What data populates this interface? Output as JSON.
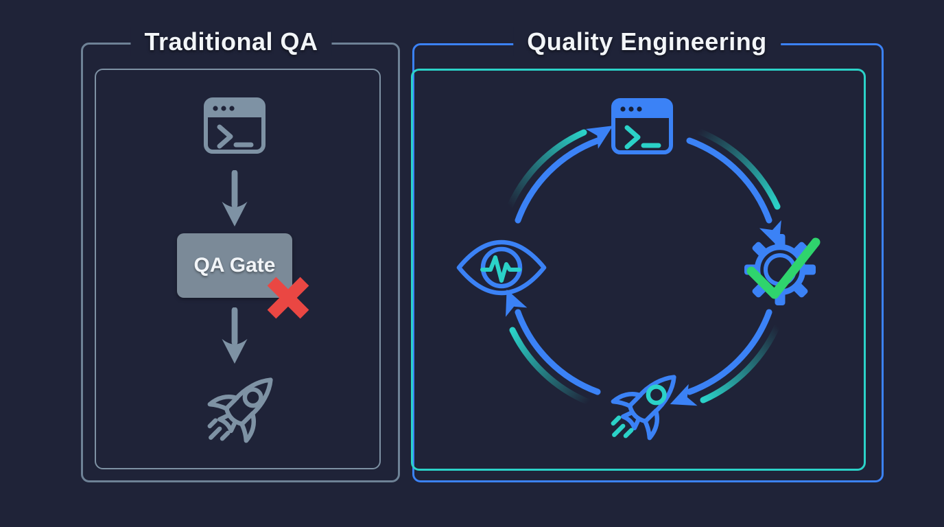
{
  "colors": {
    "bg": "#1f2338",
    "text": "#f2f5f8",
    "slate": "#7e92a4",
    "slate-frame": "#6e8296",
    "slate-frame2": "#7e92a4",
    "slate-box": "#7b8a98",
    "red": "#ea4743",
    "blue": "#3b82f6",
    "teal": "#2bd2c8",
    "green": "#2fd46d",
    "dark": "#16203a"
  },
  "left_panel": {
    "title": "Traditional QA",
    "flow": [
      {
        "icon": "terminal-window-icon"
      },
      {
        "icon": "flow-arrow-down-icon"
      },
      {
        "label": "QA Gate",
        "status_icon": "x-mark-icon",
        "status": "blocked"
      },
      {
        "icon": "flow-arrow-down-icon"
      },
      {
        "icon": "rocket-icon"
      }
    ]
  },
  "right_panel": {
    "title": "Quality Engineering",
    "cycle": [
      {
        "icon": "terminal-window-icon",
        "position": "top"
      },
      {
        "icon": "cycle-arrow-icon",
        "position": "top-right"
      },
      {
        "icon": "gear-check-icon",
        "position": "right"
      },
      {
        "icon": "cycle-arrow-icon",
        "position": "bottom-right"
      },
      {
        "icon": "rocket-icon",
        "position": "bottom"
      },
      {
        "icon": "cycle-arrow-icon",
        "position": "bottom-left"
      },
      {
        "icon": "eye-monitoring-icon",
        "position": "left"
      },
      {
        "icon": "cycle-arrow-icon",
        "position": "top-left"
      }
    ]
  }
}
